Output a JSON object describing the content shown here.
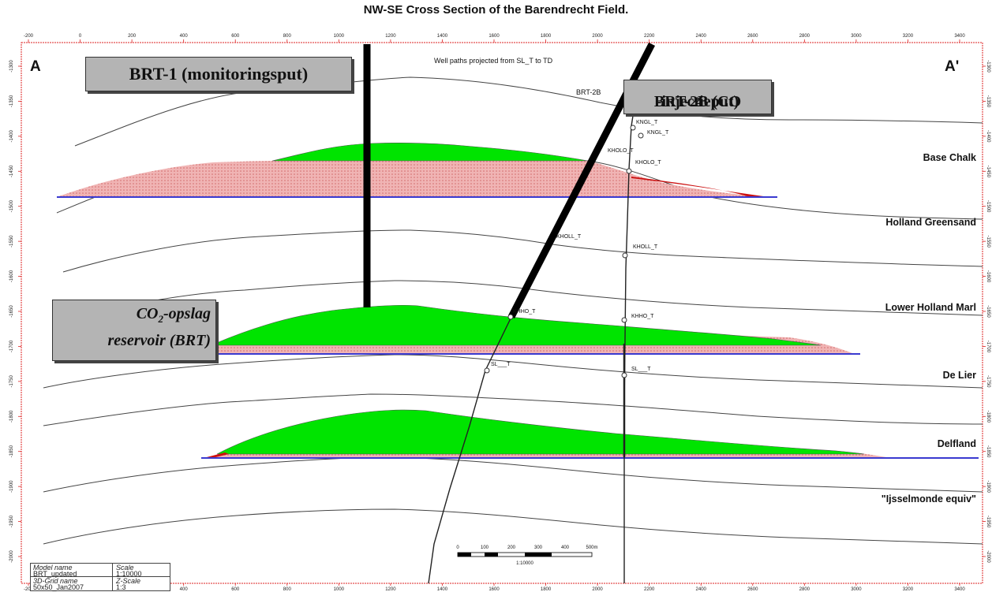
{
  "title": "NW-SE Cross Section of the Barendrecht Field.",
  "section_ends": {
    "left": "A",
    "right": "A'"
  },
  "note": "Well paths projected from SL_T to TD",
  "wells": {
    "brt2b_tag": "BRT-2B"
  },
  "callouts": {
    "brt1": "BRT-1 (monitoringsput)",
    "brt2b_pre": "BRT-2B (CO",
    "brt2b_sub": "2",
    "brt2b_post": "-injectieput)",
    "res_pre": "CO",
    "res_sub": "2",
    "res_post": "-opslag",
    "res_line2": "reservoir (BRT)"
  },
  "horizons": [
    "Base Chalk",
    "Holland Greensand",
    "Lower Holland Marl",
    "De Lier",
    "Delfland",
    "\"Ijsselmonde equiv\""
  ],
  "picks": {
    "kngl_a": "KNGL_T",
    "kngl_b": "KNGL_T",
    "kholo_a": "KHOLO_T",
    "kholo_b": "KHOLO_T",
    "kholl_a": "KHOLL_T",
    "kholl_b": "KHOLL_T",
    "khho_a": "KHHO_T",
    "khho_b": "KHHO_T",
    "sl_a": "SL___T",
    "sl_b": "SL___T"
  },
  "x_ticks": [
    "-200",
    "0",
    "200",
    "400",
    "600",
    "800",
    "1000",
    "1200",
    "1400",
    "1600",
    "1800",
    "2000",
    "2200",
    "2400",
    "2600",
    "2800",
    "3000",
    "3200",
    "3400"
  ],
  "depth_ticks": [
    "-1300",
    "-1350",
    "-1400",
    "-1450",
    "-1500",
    "-1550",
    "-1600",
    "-1650",
    "-1700",
    "-1750",
    "-1800",
    "-1850",
    "-1900",
    "-1950",
    "-2000"
  ],
  "scalebar": {
    "ticks": [
      "0",
      "100",
      "200",
      "300",
      "400",
      "500m"
    ],
    "ratio": "1:10000"
  },
  "legend": {
    "model_label": "Model name",
    "model_value": "BRT_updated",
    "scale_label": "Scale",
    "scale_value": "1:10000",
    "grid_label": "3D-Grid name",
    "grid_value": "50x50_Jan2007",
    "zscale_label": "Z-Scale",
    "zscale_value": "1:3"
  },
  "colors": {
    "reservoir": "#00e400",
    "pink": "#f2b8b8",
    "base": "#3a3ad0",
    "red": "#cc2020"
  }
}
